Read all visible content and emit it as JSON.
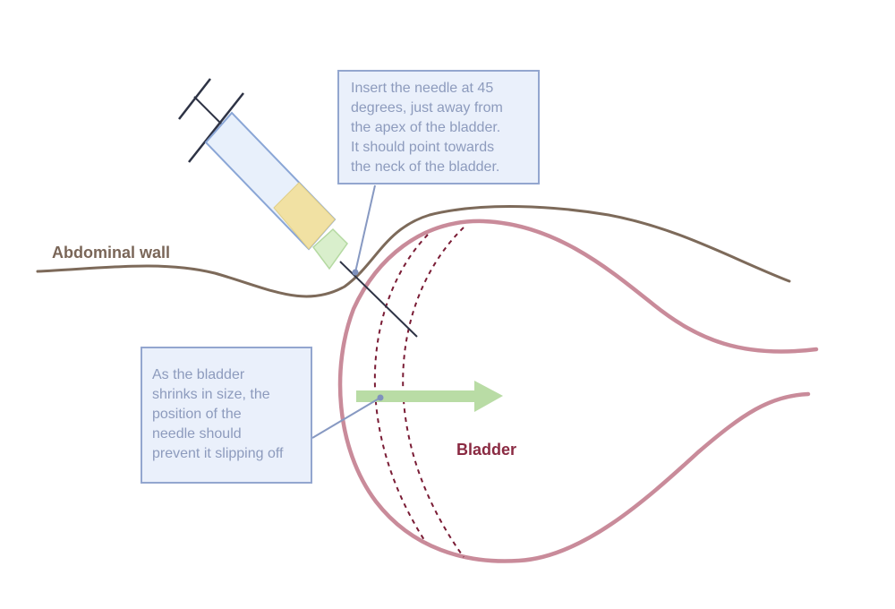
{
  "labels": {
    "abdominal_wall": "Abdominal wall",
    "bladder": "Bladder"
  },
  "callouts": {
    "insertion": "Insert the needle at 45\ndegrees, just away from\nthe apex of the bladder.\nIt should point towards\nthe neck of the bladder.",
    "shrinking": "As the bladder\nshrinks in size, the\nposition of the\nneedle should\nprevent it slipping off"
  },
  "colors": {
    "abdominal_wall_line": "#7d6a5a",
    "bladder_outline": "#c98b9a",
    "bladder_shrink_guide": "#7a1c35",
    "arrow": "#b9dca5",
    "syringe_barrel": "#e8f0fb",
    "syringe_outline": "#8aa6d6",
    "plunger_fluid": "#f1e1a3",
    "needle_hub": "#d9efcc",
    "needle": "#2e3345",
    "callout_fill": "#eaf0fb",
    "callout_border": "#93a6cf",
    "callout_text": "#8d9bbd",
    "pointer_line": "#8799c2"
  },
  "icons": {
    "syringe": "syringe-icon",
    "arrow": "arrow-right-icon"
  }
}
